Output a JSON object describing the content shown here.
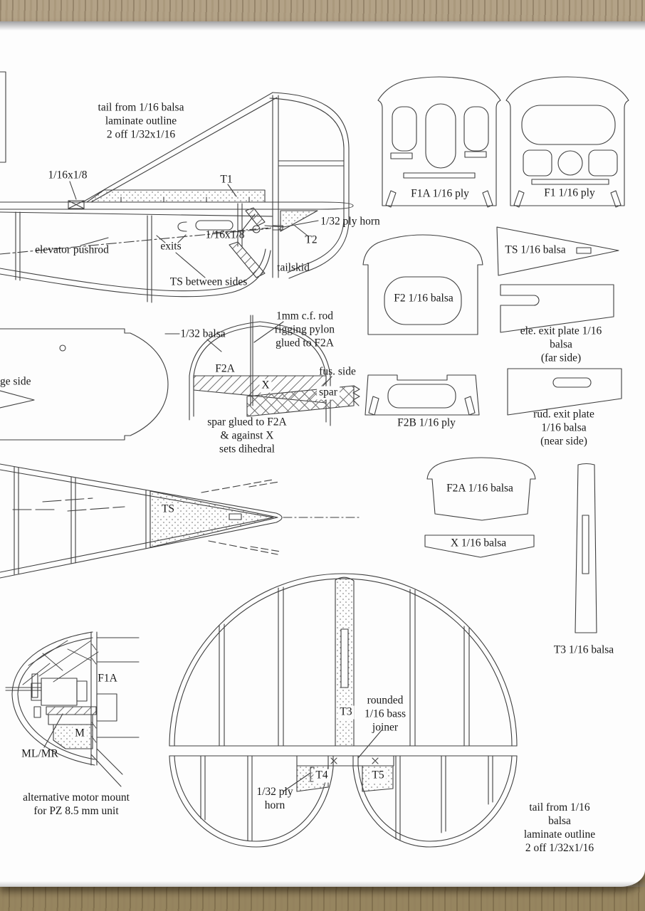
{
  "colors": {
    "paper": "#fdfdfd",
    "wood": "#a69579",
    "line": "#3f3f3f",
    "text": "#191919"
  },
  "side_view": {
    "note": "tail from 1/16 balsa\nlaminate outline\n2 off 1/32x1/16",
    "strip_top": "1/16x1/8",
    "t1": "T1",
    "horn": "1/32 ply horn",
    "strip_bottom": "1/16x1/8",
    "t2": "T2",
    "pushrod": "elevator pushrod",
    "exits": "exits",
    "tailskid": "tailskid",
    "ts_between": "TS between sides"
  },
  "formers": {
    "f1a": "F1A 1/16 ply",
    "f1": "F1 1/16 ply",
    "f2": "F2 1/16 balsa",
    "ts_part": "TS 1/16 balsa",
    "ele_exit": "ele. exit plate 1/16 balsa\n(far side)",
    "f2b": "F2B 1/16 ply",
    "rud_exit": "rud. exit plate 1/16 balsa\n(near side)",
    "f2a_part": "F2A 1/16 balsa",
    "x_part": "X 1/16 balsa",
    "t3_part": "T3 1/16 balsa"
  },
  "pylon_detail": {
    "rod_note": "1mm c.f. rod\nrigging pylon\nglued to F2A",
    "balsa": "1/32 balsa",
    "f2a": "F2A",
    "x": "X",
    "fus_side": "fus. side",
    "spar": "spar",
    "note": "spar glued to F2A\n& against X\nsets dihedral"
  },
  "fuselage": {
    "side_label": "ge side",
    "ts": "TS"
  },
  "motor_detail": {
    "f1a": "F1A",
    "m": "M",
    "mlmr": "ML/MR",
    "note": "alternative motor mount\nfor PZ 8.5 mm unit"
  },
  "tail_plan": {
    "t3": "T3",
    "joiner": "rounded\n1/16 bass\njoiner",
    "t4": "T4",
    "t5": "T5",
    "horn": "1/32 ply\nhorn",
    "note": "tail from 1/16 balsa\nlaminate outline\n2 off 1/32x1/16"
  }
}
